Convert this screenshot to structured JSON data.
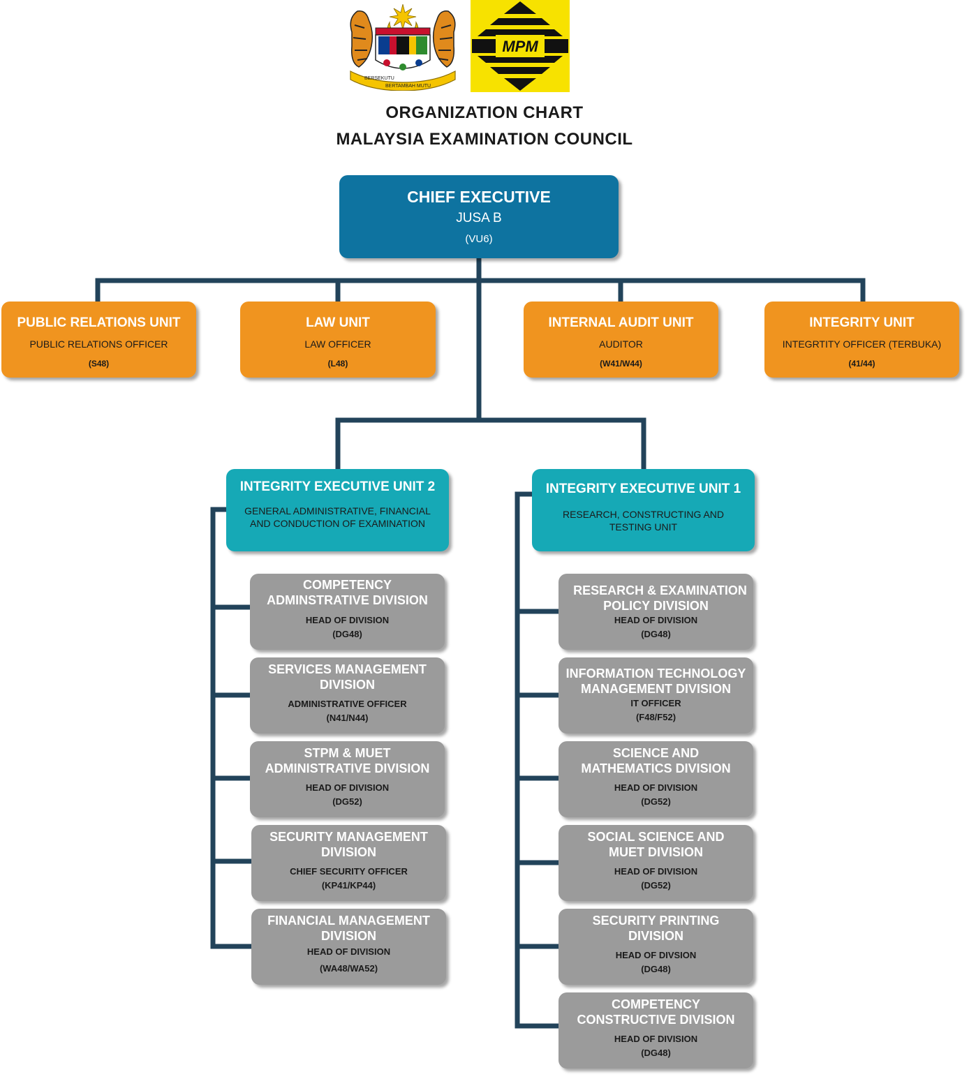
{
  "header": {
    "title_line1": "ORGANIZATION CHART",
    "title_line2": "MALAYSIA EXAMINATION COUNCIL",
    "logo_mpm_text": "MPM",
    "crest_motto1": "BERSEKUTU",
    "crest_motto2": "BERTAMBAH MUTU"
  },
  "colors": {
    "chief": "#0e73a0",
    "unit": "#f0941f",
    "exec": "#16a9b6",
    "division": "#9b9b9b",
    "connector": "#22435a"
  },
  "chief": {
    "title": "CHIEF EXECUTIVE",
    "grade": "JUSA B",
    "code": "(VU6)"
  },
  "units": [
    {
      "title": "PUBLIC RELATIONS UNIT",
      "role": "PUBLIC RELATIONS OFFICER",
      "code": "(S48)"
    },
    {
      "title": "LAW UNIT",
      "role": "LAW OFFICER",
      "code": "(L48)"
    },
    {
      "title": "INTERNAL AUDIT UNIT",
      "role": "AUDITOR",
      "code": "(W41/W44)"
    },
    {
      "title": "INTEGRITY UNIT",
      "role": "INTEGRTITY OFFICER (TERBUKA)",
      "code": "(41/44)"
    }
  ],
  "exec2": {
    "title": "INTEGRITY EXECUTIVE UNIT 2",
    "desc1": "GENERAL ADMINISTRATIVE, FINANCIAL",
    "desc2": "AND CONDUCTION OF EXAMINATION",
    "divisions": [
      {
        "line1": "COMPETENCY",
        "line2": "ADMINSTRATIVE DIVISION",
        "role": "HEAD OF DIVISION",
        "code": "(DG48)"
      },
      {
        "line1": "SERVICES MANAGEMENT",
        "line2": "DIVISION",
        "role": "ADMINISTRATIVE OFFICER",
        "code": "(N41/N44)"
      },
      {
        "line1": "STPM & MUET",
        "line2": "ADMINISTRATIVE DIVISION",
        "role": "HEAD OF DIVISION",
        "code": "(DG52)"
      },
      {
        "line1": "SECURITY MANAGEMENT",
        "line2": "DIVISION",
        "role": "CHIEF SECURITY OFFICER",
        "code": "(KP41/KP44)"
      },
      {
        "line1": "FINANCIAL MANAGEMENT",
        "line2": "DIVISION",
        "role": "HEAD OF DIVISION",
        "code": "(WA48/WA52)"
      }
    ]
  },
  "exec1": {
    "title": "INTEGRITY EXECUTIVE UNIT 1",
    "desc1": "RESEARCH, CONSTRUCTING AND",
    "desc2": "TESTING UNIT",
    "divisions": [
      {
        "line1": "RESEARCH & EXAMINATION",
        "line2": "POLICY DIVISION",
        "role": "HEAD OF DIVISION",
        "code": "(DG48)"
      },
      {
        "line1": "INFORMATION TECHNOLOGY",
        "line2": "MANAGEMENT DIVISION",
        "role": "IT OFFICER",
        "code": "(F48/F52)"
      },
      {
        "line1": "SCIENCE AND",
        "line2": "MATHEMATICS DIVISION",
        "role": "HEAD OF DIVISION",
        "code": "(DG52)"
      },
      {
        "line1": "SOCIAL SCIENCE AND",
        "line2": "MUET DIVISION",
        "role": "HEAD OF DIVISION",
        "code": "(DG52)"
      },
      {
        "line1": "SECURITY PRINTING",
        "line2": "DIVISION",
        "role": "HEAD OF DIVSION",
        "code": "(DG48)"
      },
      {
        "line1": "COMPETENCY",
        "line2": "CONSTRUCTIVE DIVISION",
        "role": "HEAD OF DIVISION",
        "code": "(DG48)"
      }
    ]
  }
}
